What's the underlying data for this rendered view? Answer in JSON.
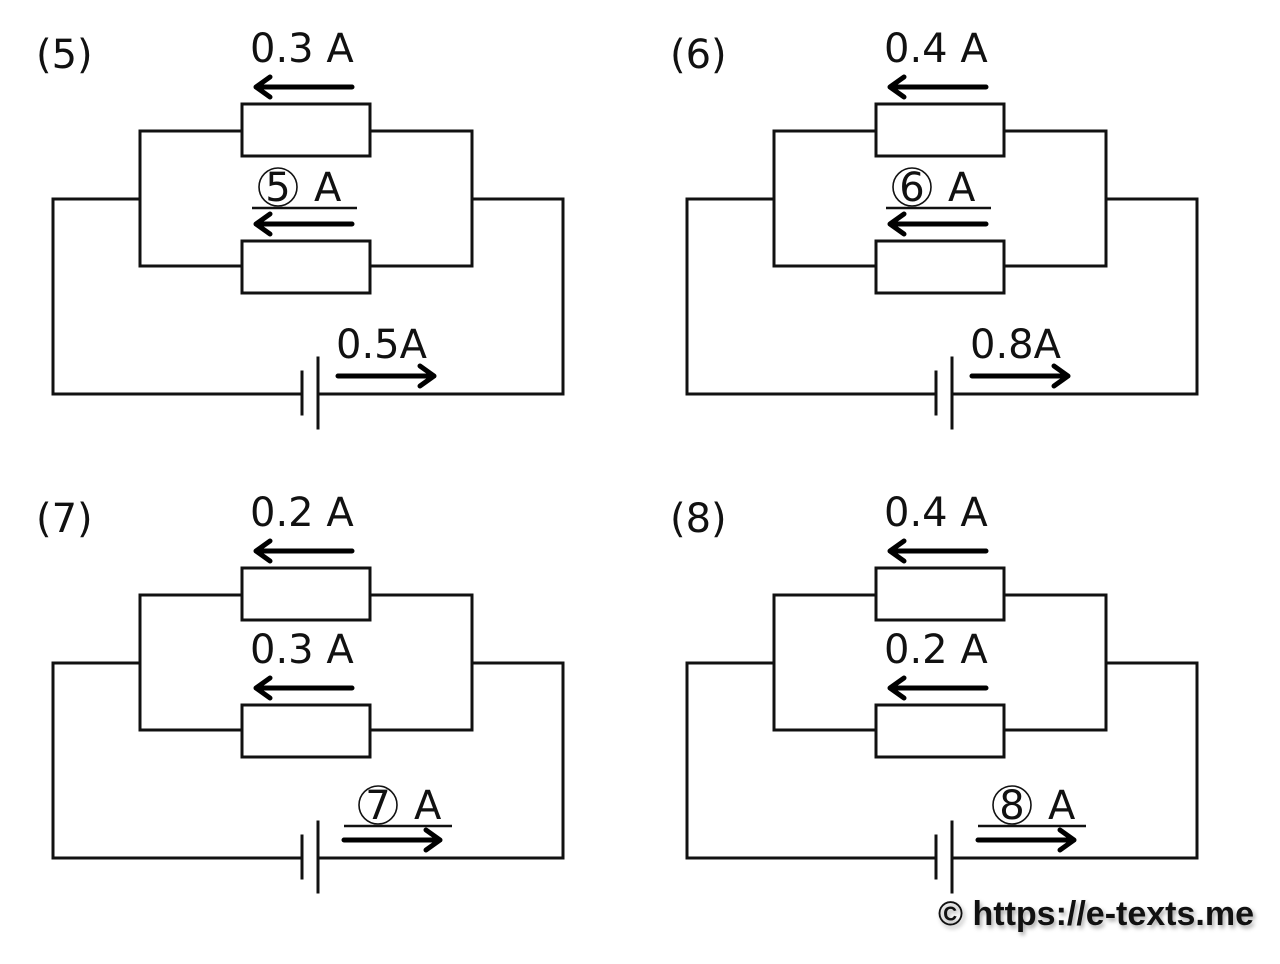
{
  "figure": {
    "description": "Parallel resistor circuits: current through each branch and total current",
    "panels": [
      {
        "label": "(5)",
        "top_branch_current": "0.3 A",
        "bottom_branch_current": {
          "blank": "⑤",
          "unit": "A"
        },
        "total_current": "0.5A"
      },
      {
        "label": "(6)",
        "top_branch_current": "0.4 A",
        "bottom_branch_current": {
          "blank": "⑥",
          "unit": "A"
        },
        "total_current": "0.8A"
      },
      {
        "label": "(7)",
        "top_branch_current": "0.2 A",
        "bottom_branch_current": "0.3 A",
        "total_current": {
          "blank": "⑦",
          "unit": "A"
        }
      },
      {
        "label": "(8)",
        "top_branch_current": "0.4 A",
        "bottom_branch_current": "0.2 A",
        "total_current": {
          "blank": "⑧",
          "unit": "A"
        }
      }
    ]
  },
  "watermark": "© https://e-texts.me"
}
